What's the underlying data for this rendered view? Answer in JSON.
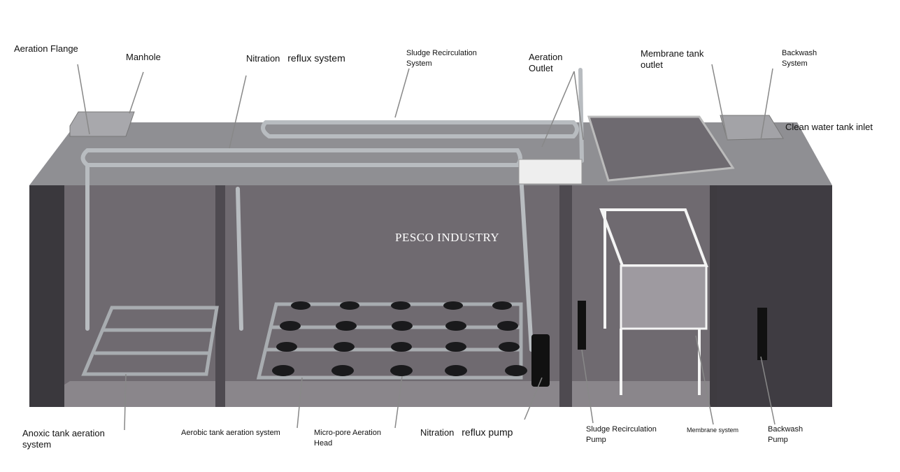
{
  "watermark": "PESCO INDUSTRY",
  "labels": {
    "aeration_flange": "Aeration Flange",
    "manhole": "Manhole",
    "nitration_reflux_system_a": "Nitration",
    "nitration_reflux_system_b": "reflux system",
    "sludge_recirculation_system": [
      "Sludge Recirculation",
      "System"
    ],
    "aeration_outlet": [
      "Aeration",
      "Outlet"
    ],
    "membrane_tank_outlet": [
      "Membrane tank",
      "outlet"
    ],
    "backwash_system": [
      "Backwash",
      "System"
    ],
    "clean_water_tank_inlet": "Clean water tank inlet",
    "anoxic_tank_aeration_system": [
      "Anoxic tank aeration",
      "system"
    ],
    "aerobic_tank_aeration_system": "Aerobic tank aeration system",
    "micro_pore_aeration_head": [
      "Micro-pore Aeration",
      "Head"
    ],
    "nitration_reflux_pump_a": "Nitration",
    "nitration_reflux_pump_b": "reflux pump",
    "sludge_recirculation_pump": [
      "Sludge Recirculation",
      "Pump"
    ],
    "membrane_system": "Membrane system",
    "backwash_pump": [
      "Backwash",
      "Pump"
    ]
  },
  "colors": {
    "tank_top": "#8f8f93",
    "tank_interior": "#6f6a70",
    "floor": "#8a868b",
    "pipe": "#b8bcc0"
  }
}
